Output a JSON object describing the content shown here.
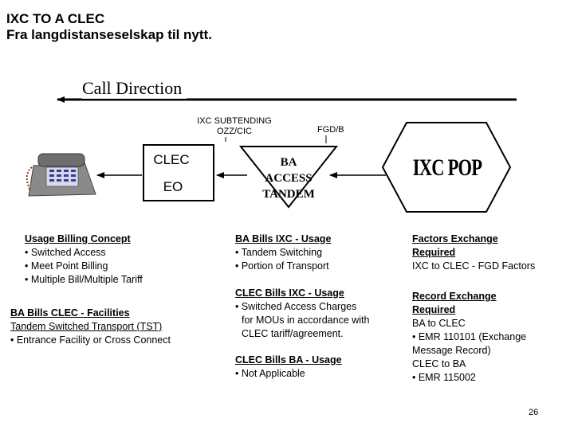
{
  "header": {
    "title_line1": "IXC TO A CLEC",
    "title_line2": "Fra langdistanseselskap til nytt."
  },
  "diagram": {
    "call_direction": "Call Direction",
    "label_ixc_subtending_1": "IXC SUBTENDING",
    "label_ixc_subtending_2": "OZZ/CIC",
    "label_fgd": "FGD/B",
    "clec_box_top": "CLEC",
    "clec_box_bottom": "EO",
    "tandem_line1": "BA",
    "tandem_line2": "ACCESS",
    "tandem_line3": "TANDEM",
    "ixc_pop": "IXC POP"
  },
  "col1": {
    "usage_heading": "Usage Billing Concept",
    "usage_items": [
      "• Switched Access",
      "• Meet Point Billing",
      "• Multiple Bill/Multiple Tariff"
    ],
    "facilities_heading": "BA Bills CLEC - Facilities",
    "facilities_items": [
      "Tandem Switched Transport (TST)",
      "• Entrance Facility or Cross Connect"
    ]
  },
  "col2": {
    "ba_bills_heading": "BA Bills IXC - Usage",
    "ba_bills_items": [
      "• Tandem Switching",
      "• Portion of Transport"
    ],
    "clec_ixc_heading": "CLEC Bills IXC - Usage",
    "clec_ixc_items": [
      "• Switched Access Charges",
      "for MOUs in accordance with",
      "CLEC tariff/agreement."
    ],
    "clec_ba_heading": "CLEC Bills BA - Usage",
    "clec_ba_items": [
      "• Not Applicable"
    ]
  },
  "col3": {
    "factors_heading_1": "Factors Exchange",
    "factors_heading_2": "Required",
    "factors_items": [
      "IXC to CLEC - FGD Factors"
    ],
    "record_heading_1": "Record Exchange",
    "record_heading_2": "Required",
    "record_items": [
      "BA to CLEC",
      "• EMR 110101 (Exchange",
      "Message Record)",
      "CLEC to BA",
      "• EMR 115002"
    ]
  },
  "footer": {
    "page_number": "26"
  },
  "icons": {
    "telephone": "telephone-icon"
  },
  "colors": {
    "phone_body": "#7a7a7a",
    "phone_keys": "#4a4a9a",
    "phone_cord": "#a03020"
  }
}
